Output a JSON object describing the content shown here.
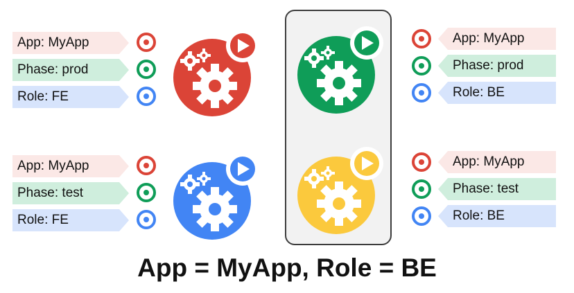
{
  "pods": {
    "top_left": {
      "labels": [
        "App: MyApp",
        "Phase: prod",
        "Role: FE"
      ],
      "color": "#db4437"
    },
    "bottom_left": {
      "labels": [
        "App: MyApp",
        "Phase: test",
        "Role: FE"
      ],
      "color": "#4285f4"
    },
    "top_right": {
      "labels": [
        "App: MyApp",
        "Phase: prod",
        "Role: BE"
      ],
      "color": "#0f9d58"
    },
    "bottom_right": {
      "labels": [
        "App: MyApp",
        "Phase: test",
        "Role: BE"
      ],
      "color": "#fbc93d"
    }
  },
  "label_colors": {
    "app": "#db4437",
    "phase": "#0f9d58",
    "role": "#4285f4"
  },
  "icons": [
    "pod-gears-play-icon",
    "label-target-icon"
  ],
  "selector_caption": "App = MyApp, Role = BE"
}
